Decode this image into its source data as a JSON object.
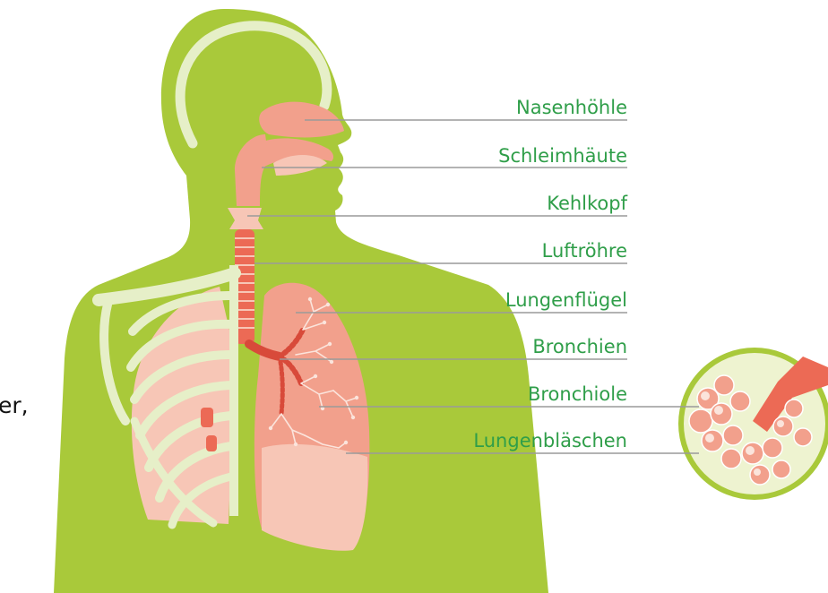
{
  "colors": {
    "body": "#a9c93a",
    "skeleton": "#e6efc8",
    "tissue": "#f2a08c",
    "tissue_light": "#f7c6b6",
    "trachea": "#ec6a55",
    "bronchi": "#d84a3a",
    "label": "#2f9e49",
    "leader_line": "#9a9a9a",
    "fragment_text": "#111111"
  },
  "left_text_fragment": "er,",
  "labels": [
    {
      "id": "nasenhoehle",
      "text": "Nasenhöhle",
      "icon": "nasal-cavity"
    },
    {
      "id": "schleimhaeute",
      "text": "Schleimhäute",
      "icon": "mucous-membranes"
    },
    {
      "id": "kehlkopf",
      "text": "Kehlkopf",
      "icon": "larynx"
    },
    {
      "id": "luftroehre",
      "text": "Luftröhre",
      "icon": "trachea"
    },
    {
      "id": "lungenfluegel",
      "text": "Lungenflügel",
      "icon": "lung-lobe"
    },
    {
      "id": "bronchien",
      "text": "Bronchien",
      "icon": "bronchi"
    },
    {
      "id": "bronchiole",
      "text": "Bronchiole",
      "icon": "bronchiole"
    },
    {
      "id": "lungenblaeschen",
      "text": "Lungenbläschen",
      "icon": "alveoli"
    }
  ]
}
